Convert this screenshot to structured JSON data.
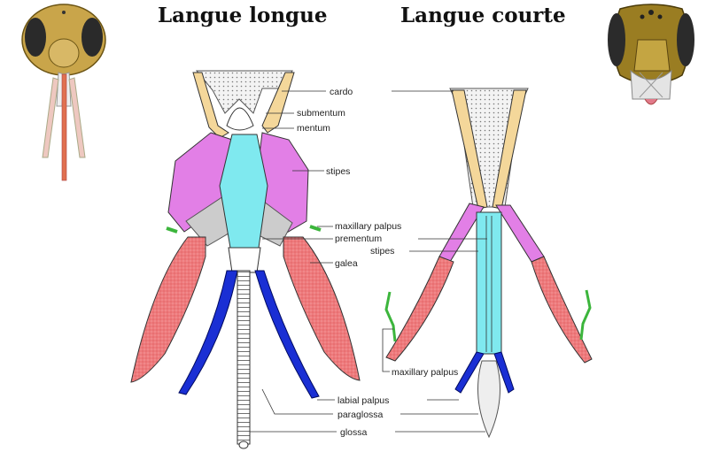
{
  "titles": {
    "long": "Langue longue",
    "short": "Langue courte"
  },
  "labels": {
    "cardo": "cardo",
    "submentum": "submentum",
    "mentum": "mentum",
    "stipes_long": "stipes",
    "maxillary_palpus_long": "maxillary palpus",
    "prementum": "prementum",
    "stipes_short": "stipes",
    "galea": "galea",
    "maxillary_palpus_short": "maxillary palpus",
    "labial_palpus": "labial palpus",
    "paraglossa": "paraglossa",
    "glossa": "glossa"
  },
  "colors": {
    "stipes": "#e27fe6",
    "prementum": "#7fe9ef",
    "galea": "#ee7a7c",
    "labial_palpus": "#1a2fd4",
    "cardo": "#f4d79a",
    "maxillary_palpus": "#3cb53c",
    "head_short": "#9a7d22",
    "head_long": "#c9a54a",
    "proboscis_long": "#e07050"
  }
}
